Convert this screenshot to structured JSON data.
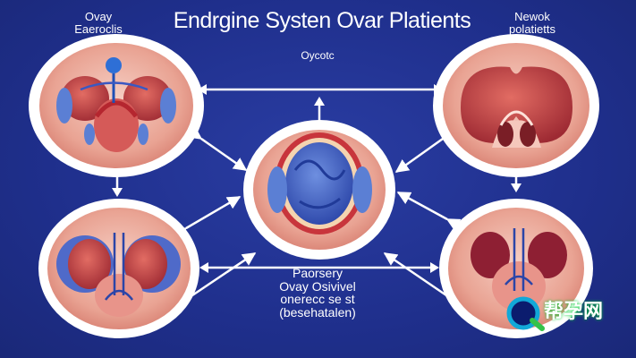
{
  "title": "Endrgine Systen Ovar Platients",
  "top_left_label": [
    "Ovay",
    "Eaeroclis"
  ],
  "top_right_label": [
    "Newok",
    "polatietts"
  ],
  "center_top_label": "Oycotc",
  "center_bottom_label": [
    "Paorsery",
    "Ovay Osivivel",
    "onerecc se st",
    "(besehatalen)"
  ],
  "watermark": "帮孕网",
  "colors": {
    "background": "#1f2f8c",
    "ellipse_fill": "#ffffff",
    "tissue": "#e8a79a",
    "organ": "#c4474b",
    "blue_organ": "#3f63c8",
    "arrow": "#ffffff"
  },
  "icons": [
    "ovary-illustration",
    "uterus-illustration",
    "brain-organ-illustration",
    "watermark-logo-icon"
  ]
}
